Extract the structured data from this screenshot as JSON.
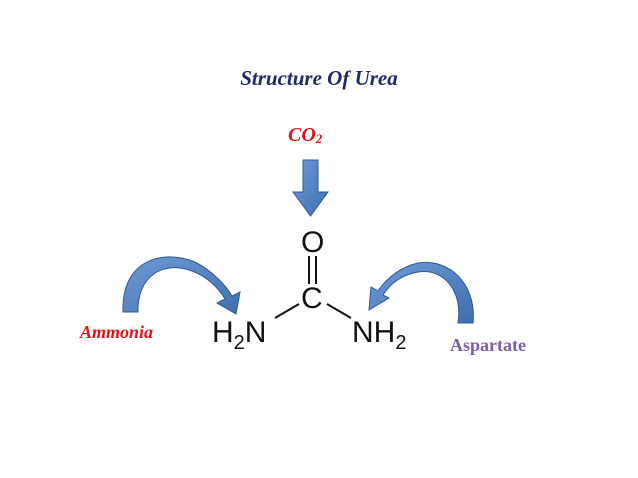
{
  "title": "Structure Of Urea",
  "labels": {
    "co2_main": "CO",
    "co2_sub": "2",
    "ammonia": "Ammonia",
    "aspartate": "Aspartate"
  },
  "molecule": {
    "oxygen": "O",
    "carbon": "C",
    "left_group": {
      "h": "H",
      "sub": "2",
      "n": "N"
    },
    "right_group": {
      "nh": "NH",
      "sub": "2"
    }
  },
  "colors": {
    "title": "#1f2a6b",
    "red_labels": "#e3131b",
    "aspartate": "#7b5ea5",
    "arrow_fill": "#4f7fc0",
    "arrow_stroke": "#2f5a94"
  },
  "icons": [
    "down-arrow",
    "curved-arrow-left-to-right",
    "curved-arrow-right-to-left"
  ]
}
